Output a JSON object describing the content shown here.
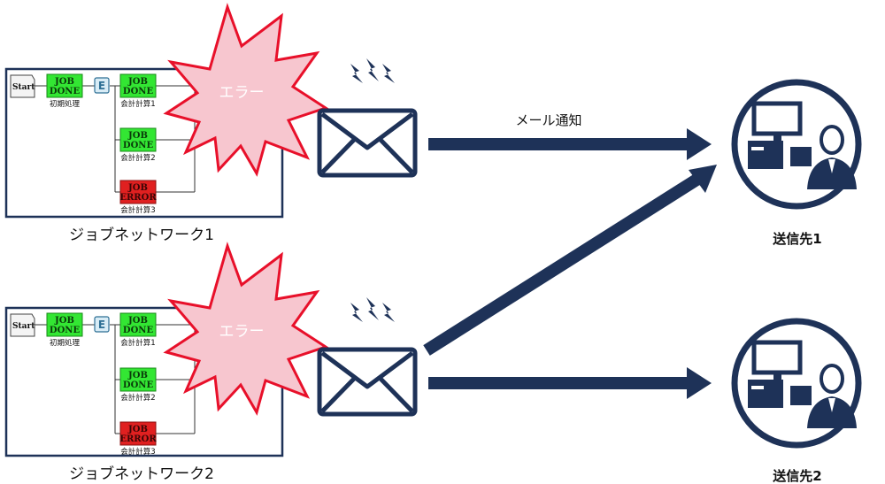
{
  "networks": [
    {
      "caption": "ジョブネットワーク1",
      "start_label": "Start",
      "error_label": "エラー",
      "trunk_icon": "E",
      "jobs": [
        {
          "top": "JOB",
          "bottom": "DONE",
          "name": "初期処理",
          "status": "done"
        },
        {
          "top": "JOB",
          "bottom": "DONE",
          "name": "会計計算1",
          "status": "done"
        },
        {
          "top": "JOB",
          "bottom": "DONE",
          "name": "会計計算2",
          "status": "done"
        },
        {
          "top": "JOB",
          "bottom": "ERROR",
          "name": "会計計算3",
          "status": "error"
        }
      ]
    },
    {
      "caption": "ジョブネットワーク2",
      "start_label": "Start",
      "error_label": "エラー",
      "trunk_icon": "E",
      "jobs": [
        {
          "top": "JOB",
          "bottom": "DONE",
          "name": "初期処理",
          "status": "done"
        },
        {
          "top": "JOB",
          "bottom": "DONE",
          "name": "会計計算1",
          "status": "done"
        },
        {
          "top": "JOB",
          "bottom": "DONE",
          "name": "会計計算2",
          "status": "done"
        },
        {
          "top": "JOB",
          "bottom": "ERROR",
          "name": "会計計算3",
          "status": "error"
        }
      ]
    }
  ],
  "flow": {
    "mail_label": "メール通知"
  },
  "recipients": [
    {
      "caption": "送信先1"
    },
    {
      "caption": "送信先2"
    }
  ],
  "colors": {
    "navy": "#1e3258",
    "job_done": "#33e633",
    "job_error": "#e02020",
    "burst_fill": "#f7c6cf",
    "burst_stroke": "#e8102a"
  }
}
